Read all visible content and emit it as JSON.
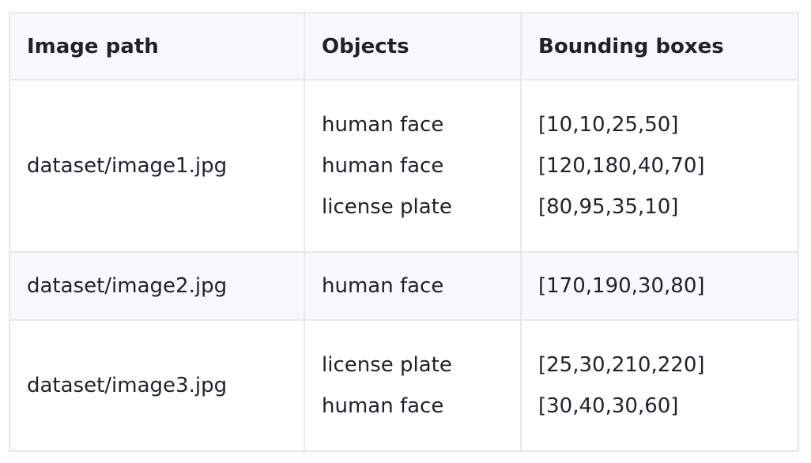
{
  "table": {
    "headers": [
      "Image path",
      "Objects",
      "Bounding boxes"
    ],
    "rows": [
      {
        "path": "dataset/image1.jpg",
        "objects": [
          "human face",
          "human face",
          "license plate"
        ],
        "boxes": [
          "[10,10,25,50]",
          "[120,180,40,70]",
          "[80,95,35,10]"
        ]
      },
      {
        "path": "dataset/image2.jpg",
        "objects": [
          "human face"
        ],
        "boxes": [
          "[170,190,30,80]"
        ]
      },
      {
        "path": "dataset/image3.jpg",
        "objects": [
          "license plate",
          "human face"
        ],
        "boxes": [
          "[25,30,210,220]",
          "[30,40,30,60]"
        ]
      }
    ]
  }
}
